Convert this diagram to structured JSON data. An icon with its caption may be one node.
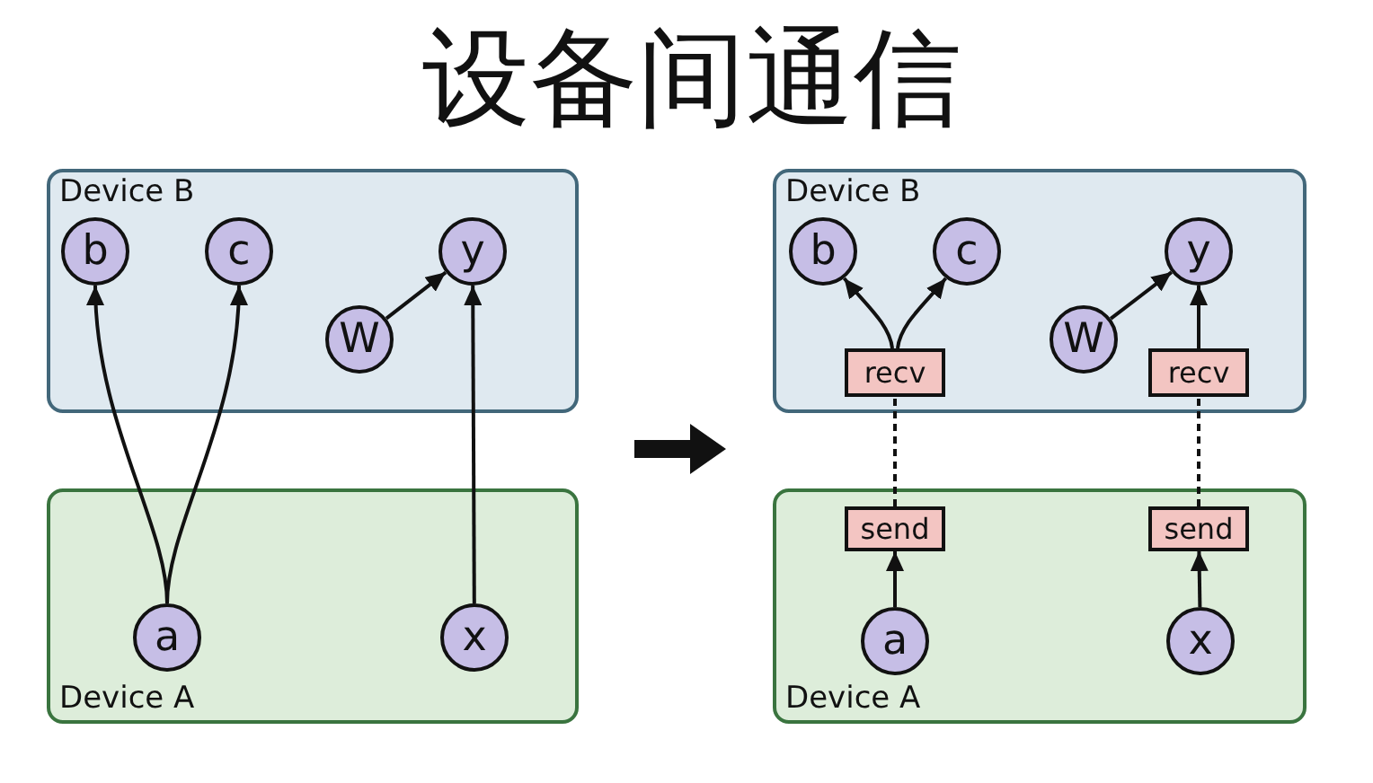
{
  "diagram": {
    "title": "设备间通信",
    "nodes": [
      {
        "text": [
          "Device B"
        ]
      },
      {
        "text": [
          "b"
        ],
        "in": 0
      },
      {
        "text": [
          "c"
        ],
        "in": 0
      },
      {
        "text": [
          "y"
        ],
        "in": 0
      },
      {
        "text": [
          "W"
        ],
        "in": 0
      },
      {
        "text": [
          "Device A"
        ]
      },
      {
        "text": [
          "a"
        ],
        "in": 5
      },
      {
        "text": [
          "x"
        ],
        "in": 5
      },
      {
        "text": [
          "Device B"
        ]
      },
      {
        "text": [
          "b"
        ],
        "in": 8
      },
      {
        "text": [
          "c"
        ],
        "in": 8
      },
      {
        "text": [
          "y"
        ],
        "in": 8
      },
      {
        "text": [
          "W"
        ],
        "in": 8
      },
      {
        "text": [
          "recv"
        ],
        "in": 8
      },
      {
        "text": [
          "recv"
        ],
        "in": 8
      },
      {
        "text": [
          "Device A"
        ]
      },
      {
        "text": [
          "send"
        ],
        "in": 15
      },
      {
        "text": [
          "send"
        ],
        "in": 15
      },
      {
        "text": [
          "a"
        ],
        "in": 15
      },
      {
        "text": [
          "x"
        ],
        "in": 15
      }
    ],
    "edges": [
      {
        "from": 6,
        "to": 1,
        "arrow": "to"
      },
      {
        "from": 6,
        "to": 2,
        "arrow": "to"
      },
      {
        "from": 4,
        "to": 3,
        "arrow": "to"
      },
      {
        "from": 7,
        "to": 3,
        "arrow": "to"
      },
      {
        "from": 13,
        "to": 9,
        "arrow": "to"
      },
      {
        "from": 13,
        "to": 10,
        "arrow": "to"
      },
      {
        "from": 12,
        "to": 11,
        "arrow": "to"
      },
      {
        "from": 14,
        "to": 11,
        "arrow": "to"
      },
      {
        "from": 16,
        "to": 13,
        "arrow": "none",
        "style": "dashed"
      },
      {
        "from": 17,
        "to": 14,
        "arrow": "none",
        "style": "dashed"
      },
      {
        "from": 18,
        "to": 16,
        "arrow": "to"
      },
      {
        "from": 19,
        "to": 17,
        "arrow": "to"
      }
    ]
  }
}
